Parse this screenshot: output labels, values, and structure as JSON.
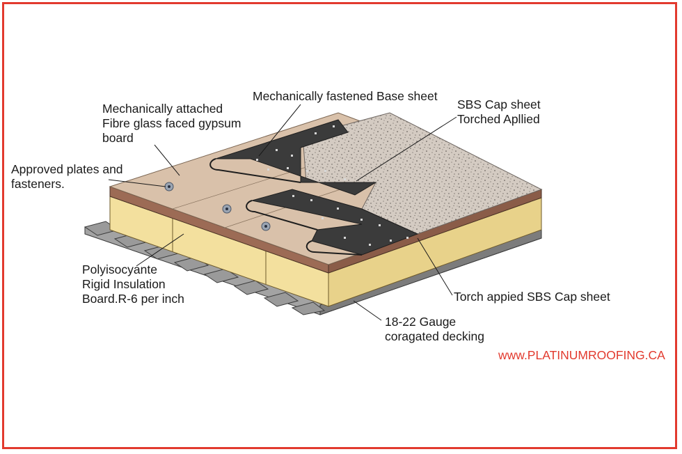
{
  "labels": {
    "gypsum_board": [
      "Mechanically attached",
      "Fibre glass faced gypsum",
      "board"
    ],
    "base_sheet": [
      "Mechanically fastened Base sheet"
    ],
    "cap_sheet_top": [
      "SBS Cap sheet",
      "Torched Apllied"
    ],
    "plates_fasteners": [
      "Approved plates and",
      "fasteners."
    ],
    "insulation": [
      "Polyisocyante",
      "Rigid Insulation",
      "Board.R-6 per inch"
    ],
    "cap_sheet_edge": [
      "Torch appied SBS Cap sheet"
    ],
    "decking": [
      "18-22 Gauge",
      "coragated decking"
    ]
  },
  "website": "www.PLATINUMROOFING.CA",
  "colors": {
    "frame": "#e23a2e",
    "gypsum": "#d9c1aa",
    "brown_layer": "#9c6b55",
    "insulation": "#f5e3a3",
    "membrane": "#3a3a3a",
    "granules": "#cfc6bd",
    "decking": "#8e8e8e"
  }
}
